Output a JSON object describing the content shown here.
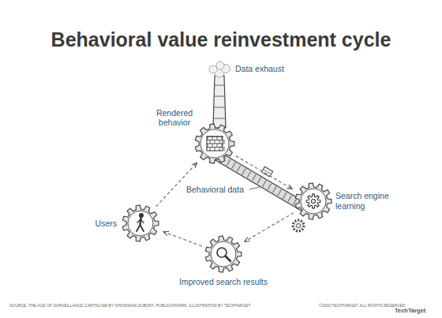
{
  "diagram": {
    "title": "Behavioral value reinvestment cycle",
    "nodes": [
      {
        "text": [
          "Rendered behavior"
        ]
      },
      {
        "text": [
          "Users"
        ]
      },
      {
        "text": [
          "Search engine learning"
        ]
      },
      {
        "text": [
          "Improved search results"
        ]
      }
    ],
    "edges": [
      {
        "from": 1,
        "to": 0,
        "arrow": "to"
      },
      {
        "from": 0,
        "to": 2,
        "arrow": "to"
      },
      {
        "from": 2,
        "to": 3,
        "arrow": "to"
      },
      {
        "from": 3,
        "to": 1,
        "arrow": "to"
      }
    ],
    "labels": [
      "Data exhaust",
      "Behavioral data",
      "SOURCE: THE AGE OF SURVEILLANCE CAPITALISM BY SHOSHANA ZUBOFF; PUBLICAFFAIRS; ILLUSTRATION BY TECHTARGET",
      "©2020 TECHTARGET. ALL RIGHTS RESERVED",
      "TechTarget"
    ]
  }
}
